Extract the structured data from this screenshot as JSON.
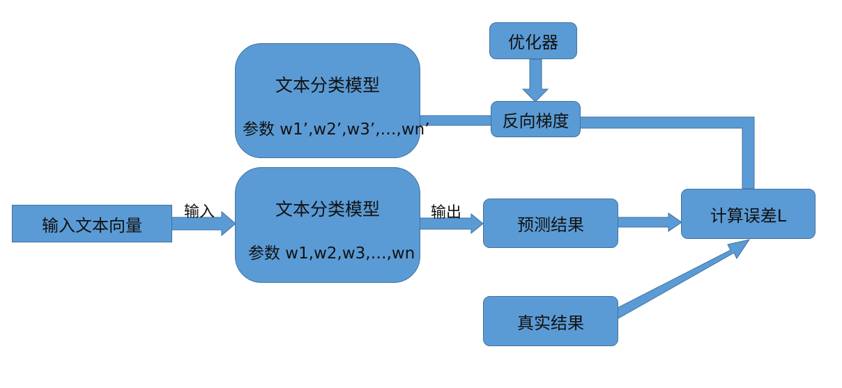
{
  "nodes": {
    "input_vector": "输入文本向量",
    "model_top": {
      "title": "文本分类模型",
      "params": "参数 w1’,w2’,w3’,…,wn’"
    },
    "model_bottom": {
      "title": "文本分类模型",
      "params": "参数 w1,w2,w3,…,wn"
    },
    "optimizer": "优化器",
    "backward_gradient": "反向梯度",
    "prediction": "预测结果",
    "ground_truth": "真实结果",
    "loss": "计算误差L"
  },
  "edge_labels": {
    "input": "输入",
    "output": "输出"
  },
  "colors": {
    "fill": "#5b9bd5",
    "stroke": "#41719c",
    "text": "#111111"
  }
}
